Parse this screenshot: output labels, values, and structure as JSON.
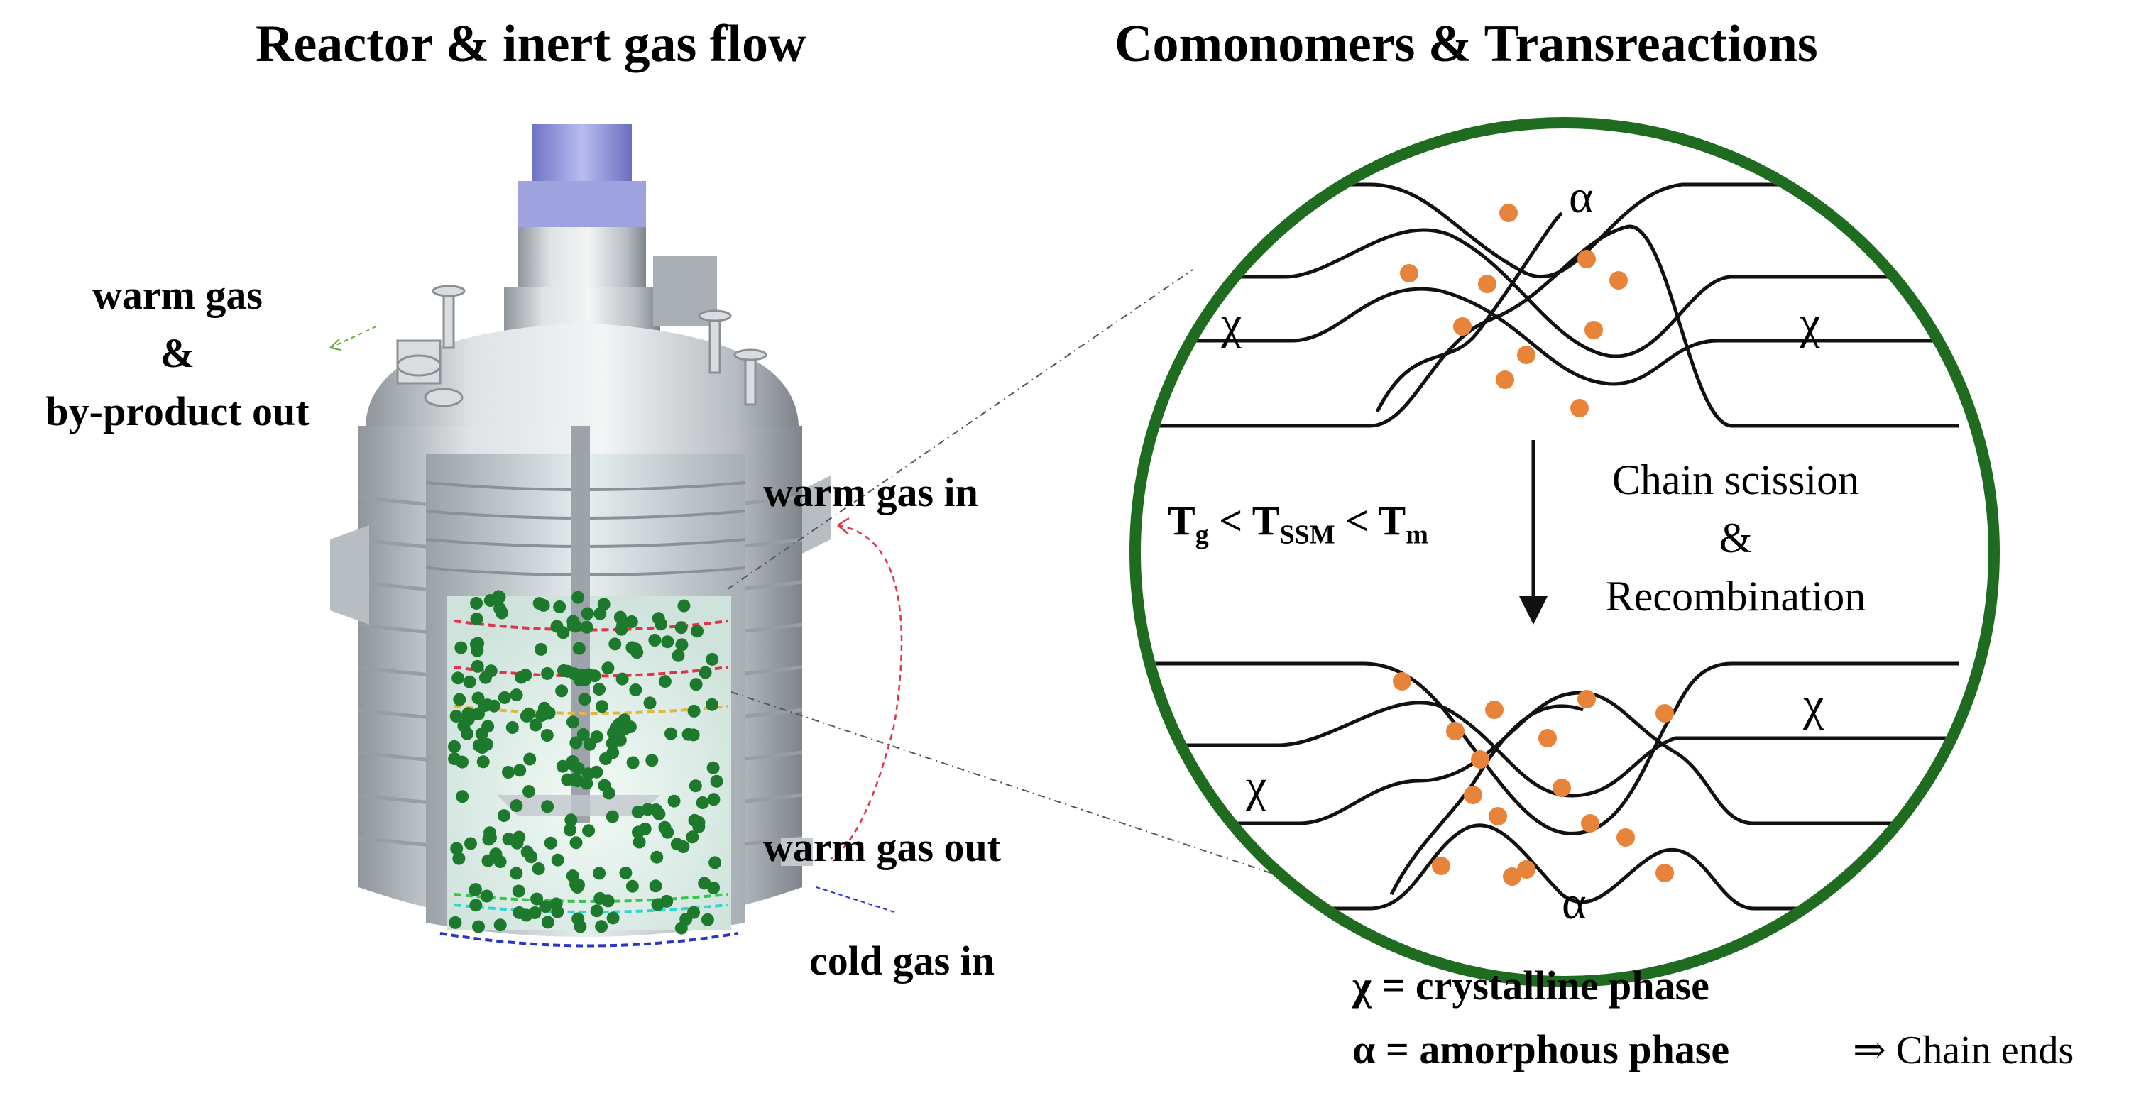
{
  "titles": {
    "left": "Reactor & inert gas flow",
    "right": "Comonomers & Transreactions"
  },
  "reactor_labels": {
    "warm_gas_by_product_out": [
      "warm gas",
      "&",
      "by-product out"
    ],
    "warm_gas_in": "warm gas in",
    "warm_gas_out": "warm gas out",
    "cold_gas_in": "cold gas in"
  },
  "circle": {
    "alpha_top": "α",
    "alpha_bottom": "α",
    "chi_top_left": "χ",
    "chi_top_right": "χ",
    "chi_bottom_left": "χ",
    "chi_bottom_right": "χ",
    "condition_T": "T",
    "condition_g": "g",
    "condition_lt1": " < T",
    "condition_ssm": "SSM",
    "condition_lt2": " < T",
    "condition_m": "m",
    "process": [
      "Chain scission",
      "&",
      "Recombination"
    ]
  },
  "legend": {
    "chi_def": "χ = crystalline phase",
    "alpha_def": "α = amorphous phase",
    "chain_ends": "⇒ Chain ends"
  },
  "colors": {
    "circle_border": "#1f6b1f",
    "chain_end_dot": "#e8843a",
    "particle": "#1d7a2c",
    "reactor_steel": "#c9cdd1",
    "motor": "#8e93d9"
  }
}
